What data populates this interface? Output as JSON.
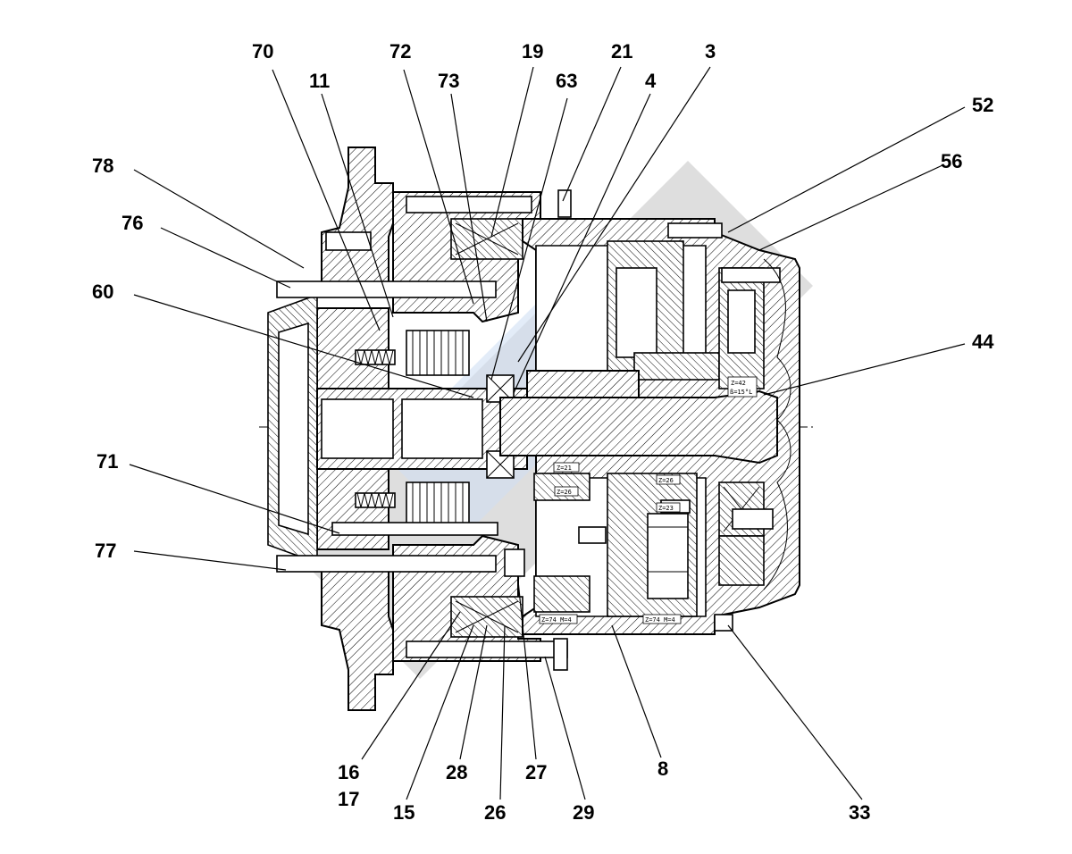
{
  "callouts": [
    {
      "id": "70",
      "text": "70"
    },
    {
      "id": "11",
      "text": "11"
    },
    {
      "id": "72",
      "text": "72"
    },
    {
      "id": "73",
      "text": "73"
    },
    {
      "id": "19",
      "text": "19"
    },
    {
      "id": "63",
      "text": "63"
    },
    {
      "id": "21",
      "text": "21"
    },
    {
      "id": "4",
      "text": "4"
    },
    {
      "id": "3",
      "text": "3"
    },
    {
      "id": "52",
      "text": "52"
    },
    {
      "id": "56",
      "text": "56"
    },
    {
      "id": "78",
      "text": "78"
    },
    {
      "id": "76",
      "text": "76"
    },
    {
      "id": "60",
      "text": "60"
    },
    {
      "id": "44",
      "text": "44"
    },
    {
      "id": "71",
      "text": "71"
    },
    {
      "id": "77",
      "text": "77"
    },
    {
      "id": "16",
      "text": "16"
    },
    {
      "id": "17",
      "text": "17"
    },
    {
      "id": "15",
      "text": "15"
    },
    {
      "id": "28",
      "text": "28"
    },
    {
      "id": "26",
      "text": "26"
    },
    {
      "id": "27",
      "text": "27"
    },
    {
      "id": "29",
      "text": "29"
    },
    {
      "id": "8",
      "text": "8"
    },
    {
      "id": "33",
      "text": "33"
    }
  ],
  "inner_labels": {
    "z21": "Z=21",
    "z26a": "Z=26",
    "z26b": "Z=26",
    "z23": "Z=23",
    "z74a": "Z=74 M=4",
    "z74b": "Z=74 M=4",
    "z42": "Z=42",
    "beta": "ß=15°L"
  }
}
